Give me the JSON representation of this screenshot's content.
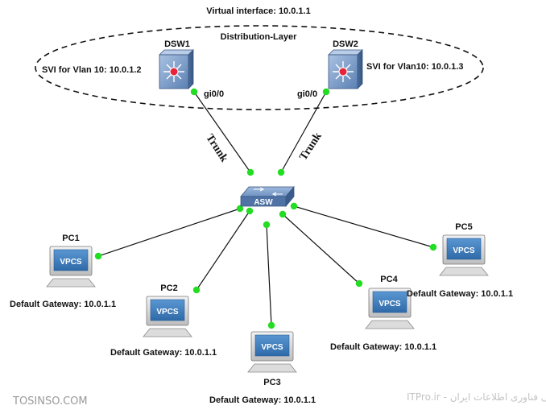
{
  "diagram": {
    "virtual_interface": "Virtual interface: 10.0.1.1",
    "layer_label": "Distribution-Layer",
    "dsw1": {
      "name": "DSW1",
      "svi": "SVI for Vlan 10: 10.0.1.2",
      "port": "gi0/0"
    },
    "dsw2": {
      "name": "DSW2",
      "svi": "SVI for Vlan10: 10.0.1.3",
      "port": "gi0/0"
    },
    "trunk_left": "Trunk",
    "trunk_right": "Trunk",
    "asw": {
      "name": "ASW"
    },
    "pcs": [
      {
        "name": "PC1",
        "gateway": "Default Gateway: 10.0.1.1",
        "screen": "VPCS"
      },
      {
        "name": "PC2",
        "gateway": "Default Gateway: 10.0.1.1",
        "screen": "VPCS"
      },
      {
        "name": "PC3",
        "gateway": "Default Gateway: 10.0.1.1",
        "screen": "VPCS"
      },
      {
        "name": "PC4",
        "gateway": "Default Gateway: 10.0.1.1",
        "screen": "VPCS"
      },
      {
        "name": "PC5",
        "gateway": "Default Gateway: 10.0.1.1",
        "screen": "VPCS"
      }
    ]
  },
  "watermark": {
    "left": "TOSINSO.COM",
    "right": "انجمن تخصصی فناوری اطلاعات ایران - ITPro.ir"
  },
  "colors": {
    "link_dot": "#22dd22",
    "switch_blue": "#6f93c2",
    "vpcs_screen": "#3e7fc0"
  }
}
